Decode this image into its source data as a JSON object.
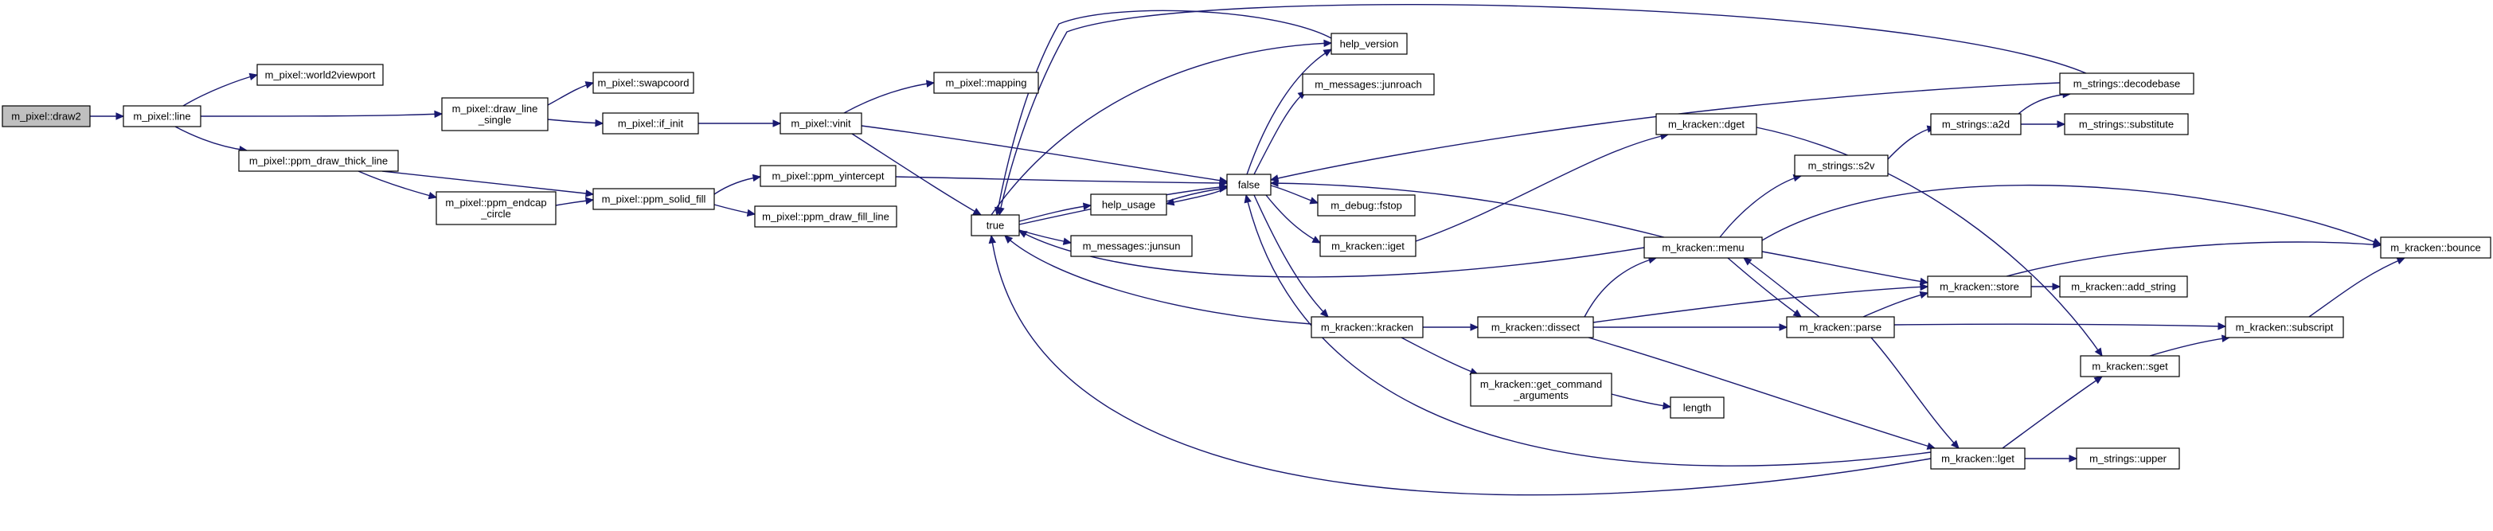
{
  "colors": {
    "edge": "#191970",
    "node_fill": "#ffffff",
    "highlight_fill": "#bfbfbf",
    "border": "#000000"
  },
  "nodes": [
    {
      "id": "draw2",
      "lines": [
        "m_pixel::draw2"
      ],
      "highlight": true
    },
    {
      "id": "line",
      "lines": [
        "m_pixel::line"
      ]
    },
    {
      "id": "world2viewport",
      "lines": [
        "m_pixel::world2viewport"
      ]
    },
    {
      "id": "draw_line_single",
      "lines": [
        "m_pixel::draw_line",
        "_single"
      ]
    },
    {
      "id": "ppm_draw_thick_line",
      "lines": [
        "m_pixel::ppm_draw_thick_line"
      ]
    },
    {
      "id": "swapcoord",
      "lines": [
        "m_pixel::swapcoord"
      ]
    },
    {
      "id": "if_init",
      "lines": [
        "m_pixel::if_init"
      ]
    },
    {
      "id": "ppm_endcap_circle",
      "lines": [
        "m_pixel::ppm_endcap",
        "_circle"
      ]
    },
    {
      "id": "ppm_solid_fill",
      "lines": [
        "m_pixel::ppm_solid_fill"
      ]
    },
    {
      "id": "mapping",
      "lines": [
        "m_pixel::mapping"
      ]
    },
    {
      "id": "vinit",
      "lines": [
        "m_pixel::vinit"
      ]
    },
    {
      "id": "ppm_yintercept",
      "lines": [
        "m_pixel::ppm_yintercept"
      ]
    },
    {
      "id": "ppm_draw_fill_line",
      "lines": [
        "m_pixel::ppm_draw_fill_line"
      ]
    },
    {
      "id": "true",
      "lines": [
        "true"
      ]
    },
    {
      "id": "help_usage",
      "lines": [
        "help_usage"
      ]
    },
    {
      "id": "junsun",
      "lines": [
        "m_messages::junsun"
      ]
    },
    {
      "id": "help_version",
      "lines": [
        "help_version"
      ]
    },
    {
      "id": "junroach",
      "lines": [
        "m_messages::junroach"
      ]
    },
    {
      "id": "false",
      "lines": [
        "false"
      ]
    },
    {
      "id": "fstop",
      "lines": [
        "m_debug::fstop"
      ]
    },
    {
      "id": "iget",
      "lines": [
        "m_kracken::iget"
      ]
    },
    {
      "id": "kracken",
      "lines": [
        "m_kracken::kracken"
      ]
    },
    {
      "id": "dissect",
      "lines": [
        "m_kracken::dissect"
      ]
    },
    {
      "id": "get_command_arguments",
      "lines": [
        "m_kracken::get_command",
        "_arguments"
      ]
    },
    {
      "id": "length",
      "lines": [
        "length"
      ]
    },
    {
      "id": "dget",
      "lines": [
        "m_kracken::dget"
      ]
    },
    {
      "id": "menu",
      "lines": [
        "m_kracken::menu"
      ]
    },
    {
      "id": "s2v",
      "lines": [
        "m_strings::s2v"
      ]
    },
    {
      "id": "parse",
      "lines": [
        "m_kracken::parse"
      ]
    },
    {
      "id": "lget",
      "lines": [
        "m_kracken::lget"
      ]
    },
    {
      "id": "decodebase",
      "lines": [
        "m_strings::decodebase"
      ]
    },
    {
      "id": "a2d",
      "lines": [
        "m_strings::a2d"
      ]
    },
    {
      "id": "substitute",
      "lines": [
        "m_strings::substitute"
      ]
    },
    {
      "id": "store",
      "lines": [
        "m_kracken::store"
      ]
    },
    {
      "id": "add_string",
      "lines": [
        "m_kracken::add_string"
      ]
    },
    {
      "id": "sget",
      "lines": [
        "m_kracken::sget"
      ]
    },
    {
      "id": "subscript",
      "lines": [
        "m_kracken::subscript"
      ]
    },
    {
      "id": "upper",
      "lines": [
        "m_strings::upper"
      ]
    },
    {
      "id": "bounce",
      "lines": [
        "m_kracken::bounce"
      ]
    }
  ],
  "edges": [
    [
      "draw2",
      "line"
    ],
    [
      "line",
      "world2viewport"
    ],
    [
      "line",
      "draw_line_single"
    ],
    [
      "line",
      "ppm_draw_thick_line"
    ],
    [
      "draw_line_single",
      "swapcoord"
    ],
    [
      "draw_line_single",
      "if_init"
    ],
    [
      "if_init",
      "vinit"
    ],
    [
      "vinit",
      "mapping"
    ],
    [
      "vinit",
      "true"
    ],
    [
      "vinit",
      "false"
    ],
    [
      "ppm_draw_thick_line",
      "ppm_endcap_circle"
    ],
    [
      "ppm_draw_thick_line",
      "ppm_solid_fill"
    ],
    [
      "ppm_endcap_circle",
      "ppm_solid_fill"
    ],
    [
      "ppm_solid_fill",
      "ppm_yintercept"
    ],
    [
      "ppm_solid_fill",
      "ppm_draw_fill_line"
    ],
    [
      "ppm_yintercept",
      "false"
    ],
    [
      "true",
      "help_version"
    ],
    [
      "true",
      "help_usage"
    ],
    [
      "true",
      "junsun"
    ],
    [
      "true",
      "false"
    ],
    [
      "help_usage",
      "false"
    ],
    [
      "help_version",
      "true"
    ],
    [
      "false",
      "help_version"
    ],
    [
      "false",
      "junroach"
    ],
    [
      "false",
      "fstop"
    ],
    [
      "false",
      "iget"
    ],
    [
      "false",
      "kracken"
    ],
    [
      "false",
      "help_usage"
    ],
    [
      "iget",
      "dget"
    ],
    [
      "dget",
      "sget"
    ],
    [
      "kracken",
      "dissect"
    ],
    [
      "kracken",
      "get_command_arguments"
    ],
    [
      "kracken",
      "true"
    ],
    [
      "get_command_arguments",
      "length"
    ],
    [
      "dissect",
      "menu"
    ],
    [
      "dissect",
      "parse"
    ],
    [
      "dissect",
      "store"
    ],
    [
      "dissect",
      "lget"
    ],
    [
      "menu",
      "s2v"
    ],
    [
      "menu",
      "store"
    ],
    [
      "menu",
      "parse"
    ],
    [
      "menu",
      "bounce"
    ],
    [
      "menu",
      "true"
    ],
    [
      "menu",
      "false"
    ],
    [
      "s2v",
      "a2d"
    ],
    [
      "a2d",
      "decodebase"
    ],
    [
      "a2d",
      "substitute"
    ],
    [
      "decodebase",
      "false"
    ],
    [
      "decodebase",
      "true"
    ],
    [
      "parse",
      "menu"
    ],
    [
      "parse",
      "store"
    ],
    [
      "parse",
      "subscript"
    ],
    [
      "parse",
      "lget"
    ],
    [
      "store",
      "add_string"
    ],
    [
      "store",
      "bounce"
    ],
    [
      "subscript",
      "bounce"
    ],
    [
      "sget",
      "subscript"
    ],
    [
      "lget",
      "upper"
    ],
    [
      "lget",
      "sget"
    ],
    [
      "lget",
      "true"
    ],
    [
      "lget",
      "false"
    ]
  ]
}
